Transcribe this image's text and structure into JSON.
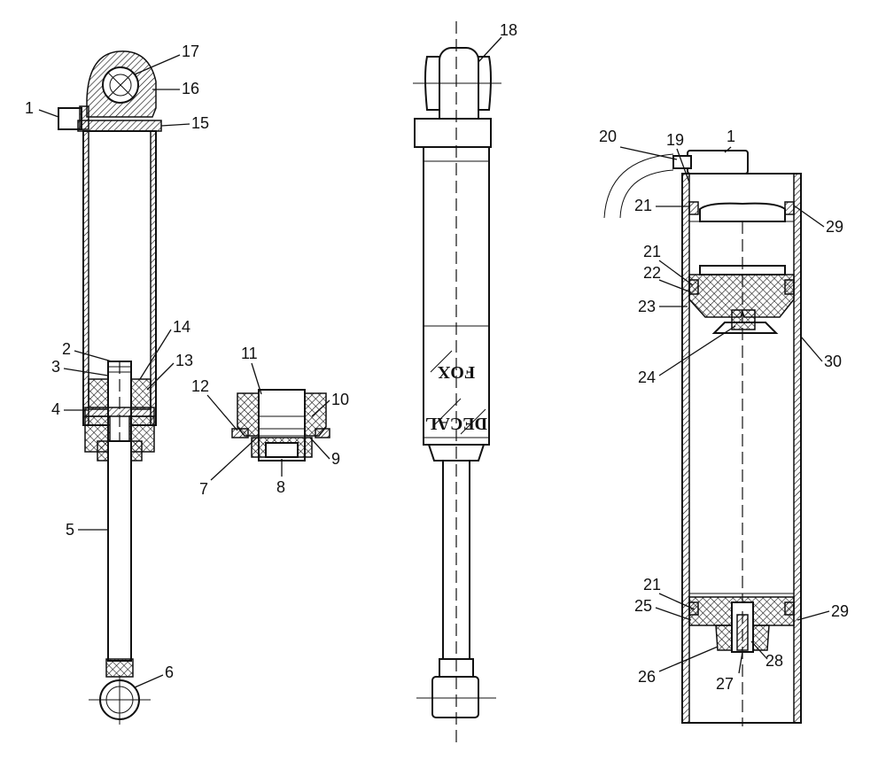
{
  "decal_text": [
    "FOX",
    "DECAL"
  ],
  "callouts": {
    "left": [
      "1",
      "17",
      "16",
      "15",
      "2",
      "14",
      "3",
      "13",
      "4",
      "5",
      "6"
    ],
    "piston": [
      "11",
      "12",
      "10",
      "9",
      "7",
      "8"
    ],
    "middle": [
      "18"
    ],
    "reservoir": [
      "20",
      "19",
      "1",
      "21",
      "29",
      "21",
      "22",
      "23",
      "24",
      "30",
      "21",
      "25",
      "29",
      "26",
      "27",
      "28"
    ]
  }
}
